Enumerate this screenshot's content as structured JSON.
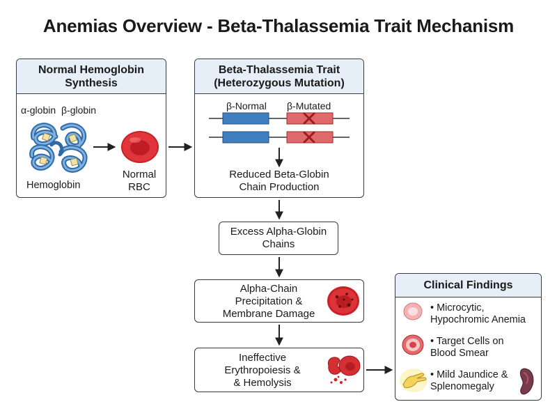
{
  "title": "Anemias Overview - Beta-Thalassemia Trait Mechanism",
  "normal_box": {
    "heading": "Normal Hemoglobin Synthesis",
    "alpha_label": "α-globin",
    "beta_label": "β-globin",
    "hemoglobin_label": "Hemoglobin",
    "rbc_label_line1": "Normal",
    "rbc_label_line2": "RBC"
  },
  "trait_box": {
    "heading_line1": "Beta-Thalassemia Trait",
    "heading_line2": "(Heterozygous Mutation)",
    "normal_gene_label": "β-Normal",
    "mutated_gene_label": "β-Mutated",
    "result_line1": "Reduced Beta-Globin",
    "result_line2": "Chain Production"
  },
  "steps": {
    "excess_line1": "Excess Alpha-Globin",
    "excess_line2": "Chains",
    "precip_line1": "Alpha-Chain",
    "precip_line2": "Precipitation &",
    "precip_line3": "Membrane Damage",
    "ineff_line1": "Ineffective",
    "ineff_line2": "Erythropoiesis &",
    "ineff_line3": "& Hemolysis"
  },
  "clinical": {
    "heading": "Clinical Findings",
    "item1_line1": "• Microcytic,",
    "item1_line2": "Hypochromic Anemia",
    "item2_line1": "• Target Cells on",
    "item2_line2": "Blood Smear",
    "item3_line1": "• Mild Jaundice &",
    "item3_line2": "Splenomegaly"
  },
  "colors": {
    "header_fill": "#e6eef7",
    "normal_gene": "#3f7fc0",
    "mutated_gene": "#e0696b",
    "mutation_x": "#b32020",
    "rbc": "#d62f33"
  }
}
